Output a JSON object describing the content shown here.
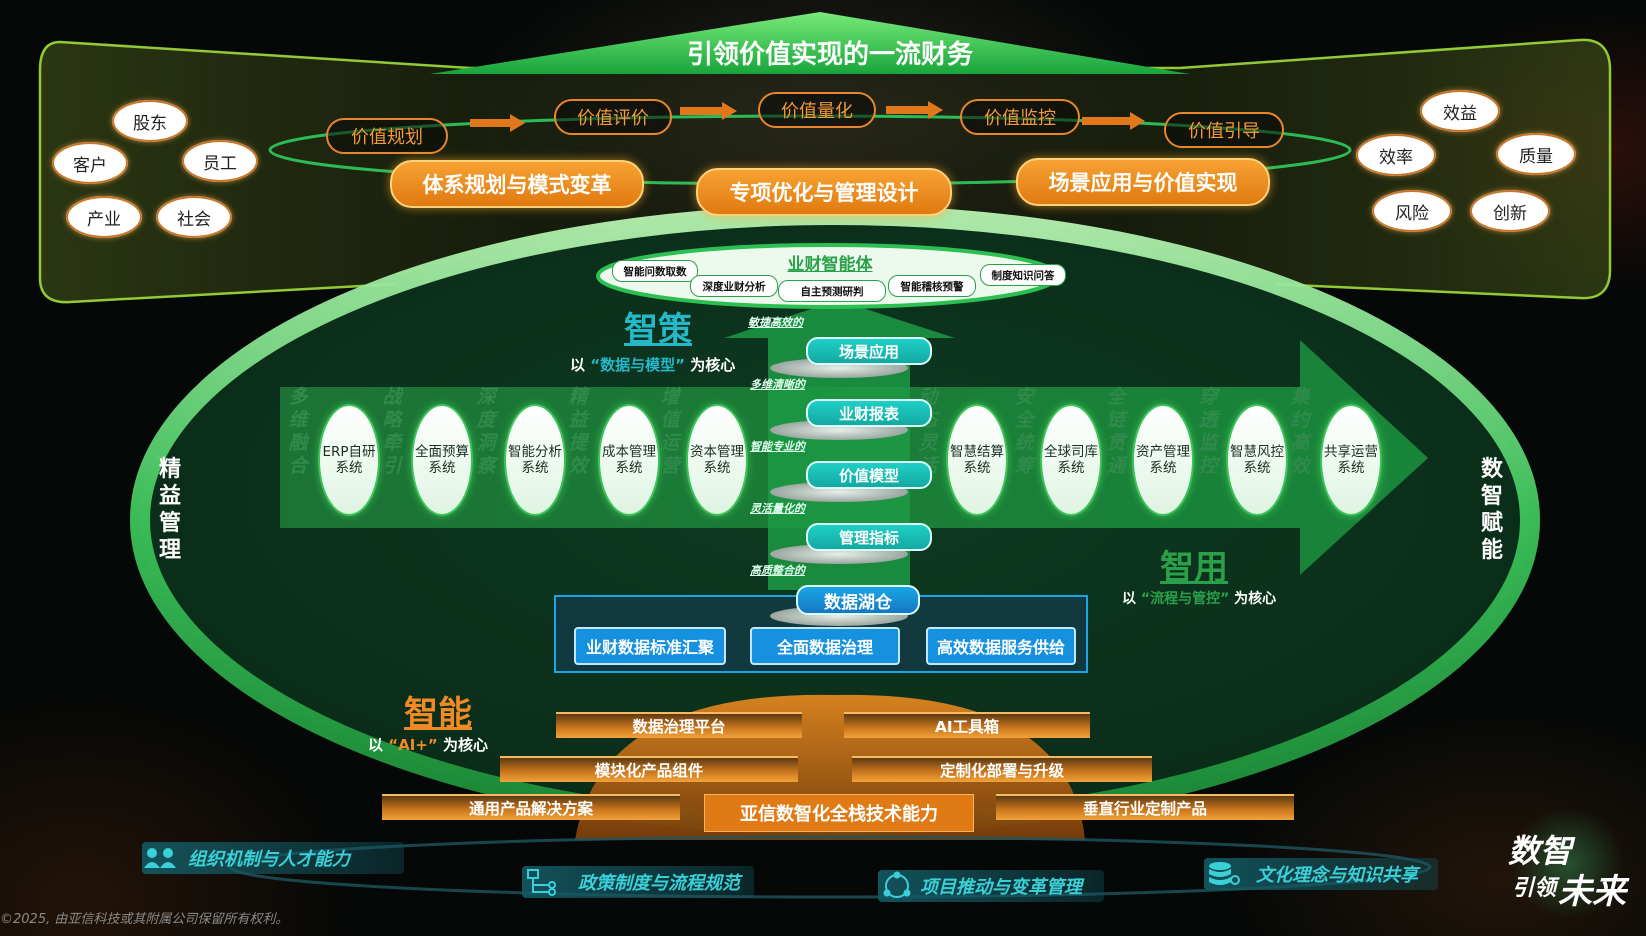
{
  "title": "引领价值实现的一流财务",
  "stakeholders_left": [
    "股东",
    "客户",
    "员工",
    "产业",
    "社会"
  ],
  "stakeholders_right": [
    "效益",
    "效率",
    "质量",
    "风险",
    "创新"
  ],
  "value_chain": [
    "价值规划",
    "价值评价",
    "价值量化",
    "价值监控",
    "价值引导"
  ],
  "pillars": [
    "体系规划与模式变革",
    "专项优化与管理设计",
    "场景应用与价值实现"
  ],
  "agent": {
    "title": "业财智能体",
    "items": [
      "智能问数取数",
      "深度业财分析",
      "自主预测研判",
      "智能稽核预警",
      "制度知识问答"
    ]
  },
  "zhice": {
    "title": "智策",
    "sub_prefix": "以",
    "sub_key": "“数据与模型”",
    "sub_suffix": "为核心"
  },
  "zhiyong": {
    "title": "智用",
    "sub_prefix": "以",
    "sub_key": "“流程与管控”",
    "sub_suffix": "为核心"
  },
  "zhineng": {
    "title": "智能",
    "sub_prefix": "以",
    "sub_key": "“AI+”",
    "sub_suffix": "为核心"
  },
  "left_side": "精益管理",
  "right_side": "数智赋能",
  "arrow_row": [
    {
      "tag": "多维融合",
      "system": "ERP自研系统"
    },
    {
      "tag": "战略牵引",
      "system": "全面预算系统"
    },
    {
      "tag": "深度洞察",
      "system": "智能分析系统"
    },
    {
      "tag": "精益提效",
      "system": "成本管理系统"
    },
    {
      "tag": "增值运营",
      "system": "资本管理系统"
    },
    {
      "tag": "动态灵活",
      "system": "智慧结算系统"
    },
    {
      "tag": "安全统筹",
      "system": "全球司库系统"
    },
    {
      "tag": "全链贯通",
      "system": "资产管理系统"
    },
    {
      "tag": "穿透监控",
      "system": "智慧风控系统"
    },
    {
      "tag": "集约高效",
      "system": "共享运营系统"
    }
  ],
  "stack": {
    "layers": [
      {
        "label": "敏捷高效的",
        "pill": "场景应用"
      },
      {
        "label": "多维清晰的",
        "pill": "业财报表"
      },
      {
        "label": "智能专业的",
        "pill": "价值模型"
      },
      {
        "label": "灵活量化的",
        "pill": "管理指标"
      },
      {
        "label": "高质整合的",
        "pill": "数据湖仓"
      }
    ]
  },
  "data_services": [
    "业财数据标准汇聚",
    "全面数据治理",
    "高效数据服务供给"
  ],
  "foundation": {
    "row1": [
      "数据治理平台",
      "AI工具箱"
    ],
    "row2": [
      "模块化产品组件",
      "定制化部署与升级"
    ],
    "row3": [
      "通用产品解决方案",
      "亚信数智化全栈技术能力",
      "垂直行业定制产品"
    ]
  },
  "bottom": [
    "组织机制与人才能力",
    "政策制度与流程规范",
    "项目推动与变革管理",
    "文化理念与知识共享"
  ],
  "logo": [
    "数智",
    "引领",
    "未来"
  ],
  "copyright": "©2025, 由亚信科技或其附属公司保留所有权利。",
  "colors": {
    "green": "#3cc45a",
    "orange": "#f29a3a",
    "teal": "#1fd0c6",
    "blue": "#1591df"
  }
}
